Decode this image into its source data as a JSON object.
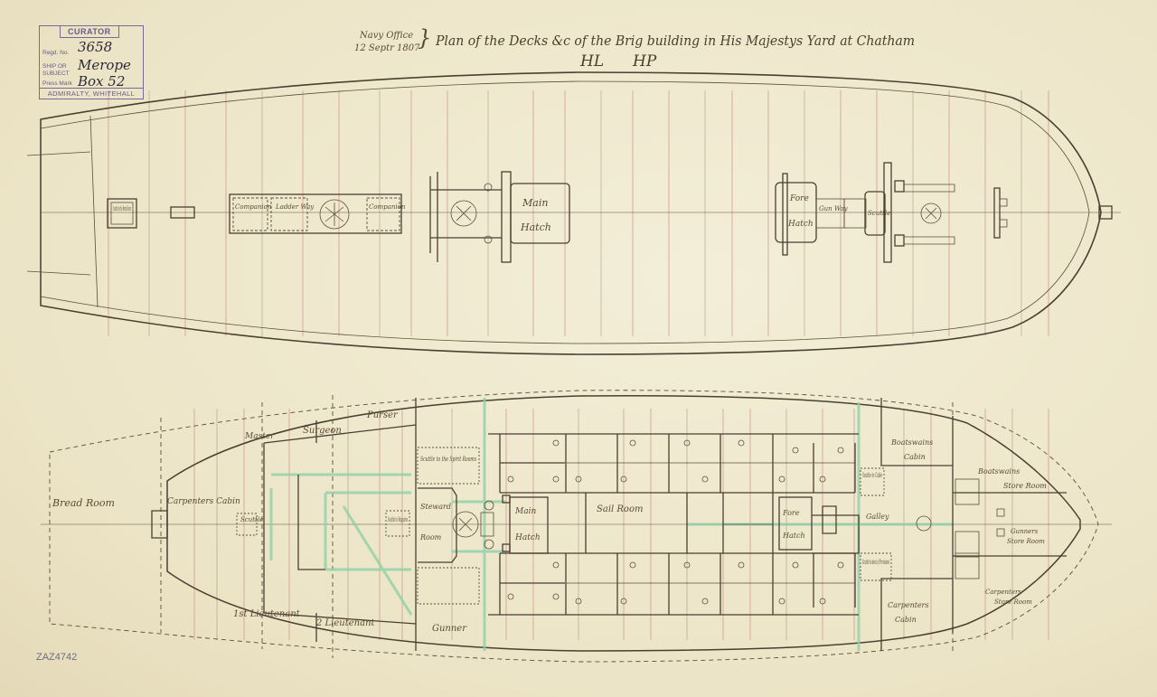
{
  "stamp": {
    "header": "CURATOR",
    "regd_label": "Regd. No.",
    "regd_value": "3658",
    "ship_label": "SHIP OR",
    "subject_label": "SUBJECT",
    "ship_value": "Merope",
    "press_label": "Press Mark",
    "press_value": "Box 52",
    "footer": "ADMIRALTY, WHITEHALL"
  },
  "title": {
    "office": "Navy Office",
    "date": "12 Septr 1807",
    "text": "Plan of the Decks &c of the Brig building in His Majestys Yard at Chatham",
    "signatures": [
      "HL",
      "HP"
    ]
  },
  "upper_deck": {
    "labels": {
      "scuttle": "Scuttle to the Bread Room",
      "companion1": "Companion",
      "ladder": "Ladder Way",
      "companion2": "Companion",
      "main_hatch_1": "Main",
      "main_hatch_2": "Hatch",
      "fore_hatch_1": "Fore",
      "fore_hatch_2": "Hatch",
      "gunway": "Gun Way",
      "scuttle2": "Scuttle"
    }
  },
  "lower_deck": {
    "labels": {
      "bread_room": "Bread Room",
      "carpenters_cabin_aft": "Carpenters Cabin",
      "scuttle_aft": "Scuttle",
      "master": "Master",
      "surgeon": "Surgeon",
      "purser": "Purser",
      "scuttle_spirit": "Scuttle to the Spirit Rooms",
      "steward_1": "Steward",
      "steward_2": "Room",
      "scuttle_magazine": "Scuttle to Magazine",
      "first_lieutenant": "1st Lieutenant",
      "second_lieutenant": "2 Lieutenant",
      "gunner": "Gunner",
      "main_hatch_1": "Main",
      "main_hatch_2": "Hatch",
      "sail_room": "Sail Room",
      "fore_hatch_1": "Fore",
      "fore_hatch_2": "Hatch",
      "galley": "Galley",
      "scuttle_cable": "Scuttle to Cable",
      "scuttle_provisions": "Scuttle to deck of Provisions",
      "boatswains_cabin_1": "Boatswains",
      "boatswains_cabin_2": "Cabin",
      "carpenters_cabin_fwd_1": "Carpenters",
      "carpenters_cabin_fwd_2": "Cabin",
      "boatswains_store_1": "Boatswains",
      "boatswains_store_2": "Store Room",
      "gunners_store_1": "Gunners",
      "gunners_store_2": "Store Room",
      "carpenters_store_1": "Carpenters",
      "carpenters_store_2": "Store Room"
    }
  },
  "reference": "ZAZ4742"
}
